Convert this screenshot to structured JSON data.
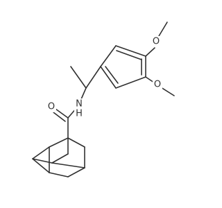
{
  "molecule": {
    "atom_labels": {
      "methoxy_top_oxygen": "O",
      "methoxy_side_oxygen": "O",
      "carbonyl_oxygen": "O",
      "amide_nitrogen": "N",
      "amide_hydrogen": "H"
    },
    "colors": {
      "bond": "#303030",
      "label": "#303030",
      "background": "#ffffff"
    }
  }
}
